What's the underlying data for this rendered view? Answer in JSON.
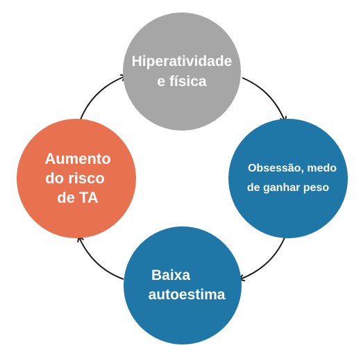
{
  "diagram": {
    "nodes": [
      {
        "id": "top",
        "lines": [
          "Hiperatividade",
          "e física"
        ],
        "color": "#a6a6a6"
      },
      {
        "id": "right",
        "lines": [
          "Obsessão, medo",
          "de ganhar peso"
        ],
        "color": "#1f77a8"
      },
      {
        "id": "bottom",
        "lines": [
          "Baixa",
          "autoestima"
        ],
        "color": "#1f77a8"
      },
      {
        "id": "left",
        "lines": [
          "Aumento",
          "do  risco",
          "de TA"
        ],
        "color": "#e8714f"
      }
    ],
    "arrow_color": "#1a1a1a",
    "flow": [
      "top",
      "right",
      "bottom",
      "left",
      "top"
    ]
  }
}
